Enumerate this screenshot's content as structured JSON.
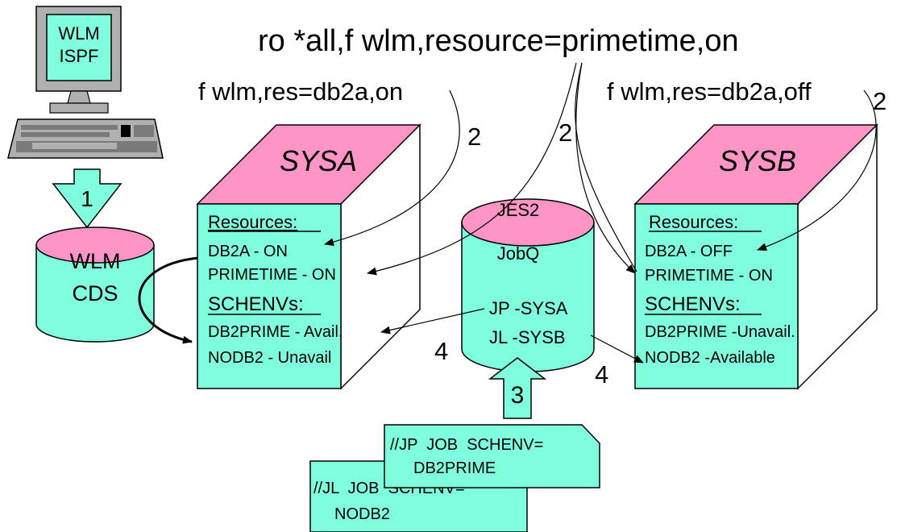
{
  "colors": {
    "aqua": "#80ffdf",
    "pink": "#ff94c7",
    "monitor_gray": "#b0b0b0",
    "monitor_dark": "#7a7a7a",
    "outline": "#000000",
    "background": "#ffffff"
  },
  "workstation": {
    "screen_line1": "WLM",
    "screen_line2": "ISPF",
    "icon": "computer-terminal-icon"
  },
  "step1": "1",
  "wlm_cds": {
    "line1": "WLM",
    "line2": "CDS"
  },
  "top_command": "ro *all,f wlm,resource=primetime,on",
  "cmd_sysa": "f wlm,res=db2a,on",
  "cmd_sysb": "f wlm,res=db2a,off",
  "step2": "2",
  "step3": "3",
  "step4": "4",
  "sysa": {
    "name": "SYSA",
    "resources_label": "Resources:",
    "res1": "DB2A - ON",
    "res2": "PRIMETIME - ON",
    "schenvs_label": "SCHENVs:",
    "env1": "DB2PRIME - Avail.",
    "env2": "NODB2 - Unavail"
  },
  "sysb": {
    "name": "SYSB",
    "resources_label": "Resources:",
    "res1": "DB2A - OFF",
    "res2": "PRIMETIME - ON",
    "schenvs_label": "SCHENVs:",
    "env1": "DB2PRIME -Unavail.",
    "env2": "NODB2 -Available"
  },
  "jes2": {
    "line1": "JES2",
    "line2": "JobQ",
    "job1": "JP -SYSA",
    "job2": "JL -SYSB"
  },
  "job_jp": {
    "line1": "//JP  JOB  SCHENV=",
    "line2": "DB2PRIME"
  },
  "job_jl": {
    "line1": "//JL  JOB  SCHENV=",
    "line2": "NODB2"
  }
}
